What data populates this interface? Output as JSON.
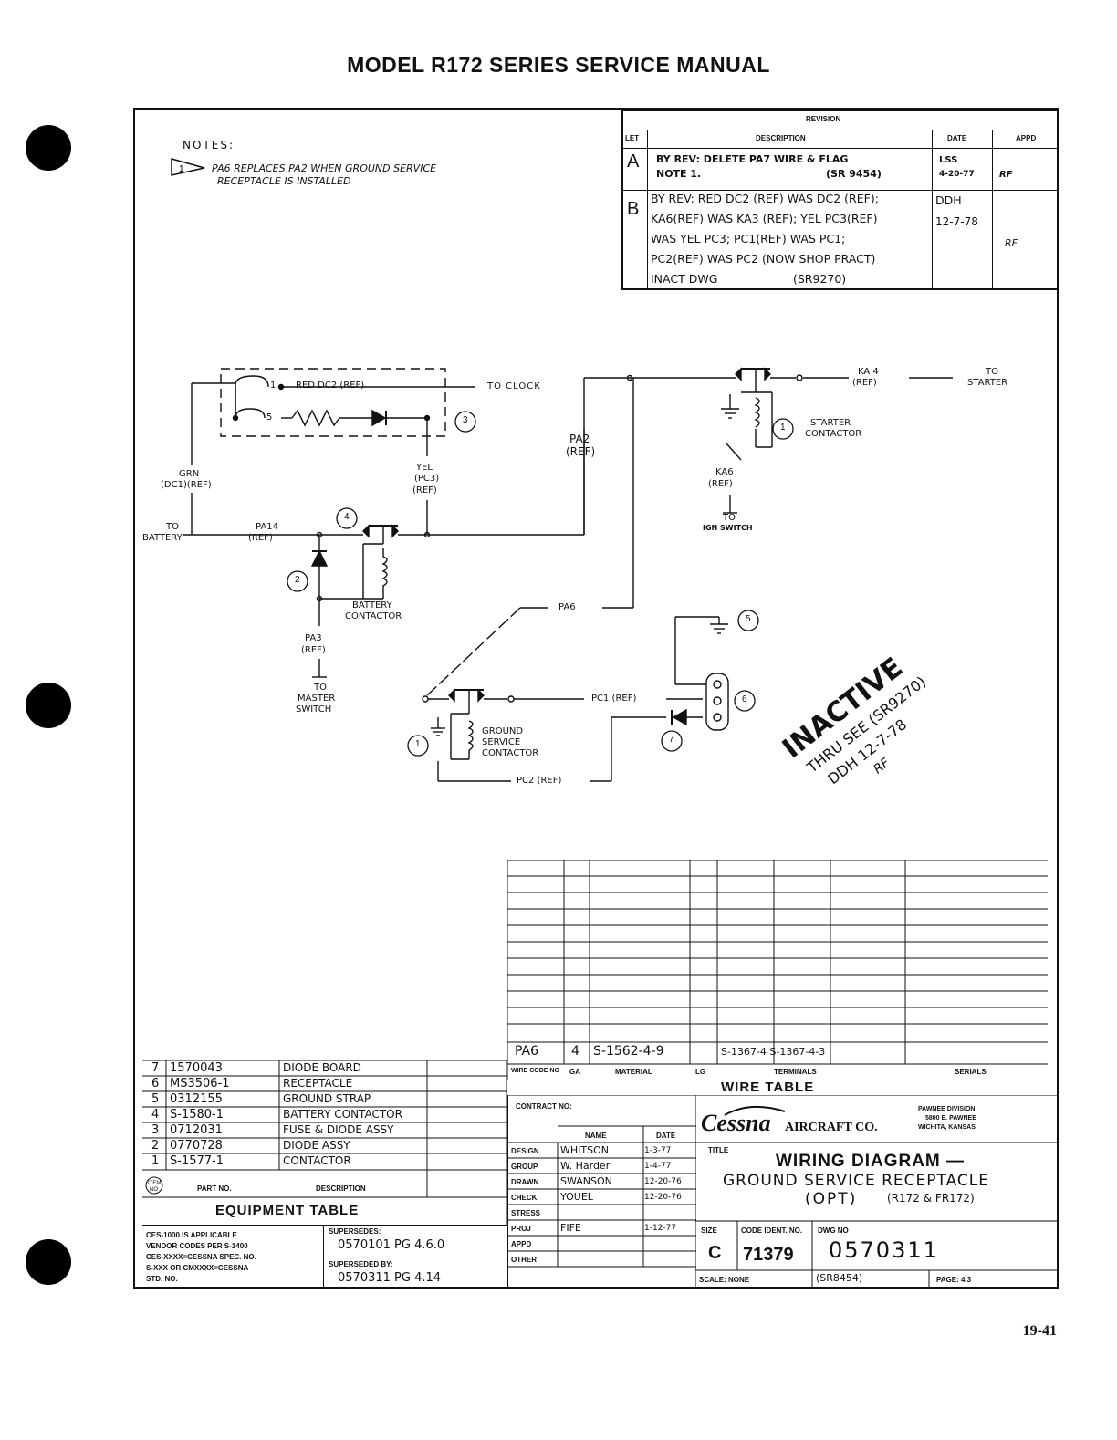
{
  "page": {
    "header": "MODEL R172 SERIES SERVICE MANUAL",
    "page_number": "19-41"
  },
  "notes": {
    "title": "NOTES:",
    "note1_line1": "PA6 REPLACES PA2 WHEN GROUND SERVICE",
    "note1_line2": "RECEPTACLE IS INSTALLED"
  },
  "revision": {
    "title": "REVISION",
    "headers": {
      "let": "LET",
      "description": "DESCRIPTION",
      "date": "DATE",
      "appd": "APPD"
    },
    "rows": [
      {
        "let": "A",
        "desc1": "BY REV: DELETE PA7 WIRE & FLAG",
        "desc2": "NOTE 1.",
        "desc3": "(SR 9454)",
        "date1": "LSS",
        "date2": "4-20-77",
        "appd": "RF"
      },
      {
        "let": "B",
        "desc1": "BY REV: RED DC2 (REF) WAS DC2 (REF);",
        "desc2": "KA6(REF) WAS KA3 (REF); YEL PC3(REF)",
        "desc3": "WAS YEL PC3; PC1(REF) WAS PC1;",
        "desc4": "PC2(REF) WAS PC2 (NOW SHOP PRACT)",
        "desc5": "INACT DWG",
        "desc6": "(SR9270)",
        "date1": "DDH",
        "date2": "12-7-78",
        "appd": "RF"
      }
    ]
  },
  "diagram": {
    "labels": {
      "red_dc2": "RED DC2 (REF)",
      "to_clock": "TO CLOCK",
      "grn": "GRN",
      "dc1": "(DC1)(REF)",
      "yel": "YEL",
      "pc3": "(PC3)",
      "yel_ref": "(REF)",
      "pa2": "PA2",
      "pa2_ref": "(REF)",
      "to": "TO",
      "battery": "BATTERY",
      "pa14": "PA14",
      "pa14_ref": "(REF)",
      "battery_contactor_1": "BATTERY",
      "battery_contactor_2": "CONTACTOR",
      "pa3": "PA3",
      "pa3_ref": "(REF)",
      "to_master_1": "TO",
      "to_master_2": "MASTER",
      "to_master_3": "SWITCH",
      "ka4": "KA 4",
      "ka4_ref": "(REF)",
      "to_starter_1": "TO",
      "to_starter_2": "STARTER",
      "starter_1": "STARTER",
      "starter_2": "CONTACTOR",
      "ka6": "KA6",
      "ka6_ref": "(REF)",
      "to_ign_1": "TO",
      "to_ign_2": "IGN SWITCH",
      "pa6": "PA6",
      "pc1": "PC1 (REF)",
      "pc2": "PC2 (REF)",
      "gsc_1": "GROUND",
      "gsc_2": "SERVICE",
      "gsc_3": "CONTACTOR",
      "pin1": "1",
      "pin5": "5"
    },
    "callouts": [
      "1",
      "2",
      "3",
      "4",
      "5",
      "6",
      "7",
      "1"
    ],
    "stamp": {
      "line1": "INACTIVE",
      "line2": "THRU SEE (SR9270)",
      "line3": "DDH 12-7-78",
      "line4": "RF"
    }
  },
  "wire_table": {
    "title": "WIRE TABLE",
    "headers": [
      "WIRE CODE NO",
      "GA",
      "MATERIAL",
      "LG",
      "TERMINALS",
      "SERIALS"
    ],
    "row": {
      "code": "PA6",
      "ga": "4",
      "material": "S-1562-4-9",
      "lg": "",
      "terminals": "S-1367-4 S-1367-4-3",
      "serials": ""
    }
  },
  "equipment": {
    "title": "EQUIPMENT TABLE",
    "headers": {
      "item": "ITEM NO",
      "part": "PART NO.",
      "desc": "DESCRIPTION"
    },
    "items": [
      {
        "no": "7",
        "part": "1570043",
        "desc": "DIODE BOARD"
      },
      {
        "no": "6",
        "part": "MS3506-1",
        "desc": "RECEPTACLE"
      },
      {
        "no": "5",
        "part": "0312155",
        "desc": "GROUND STRAP"
      },
      {
        "no": "4",
        "part": "S-1580-1",
        "desc": "BATTERY CONTACTOR"
      },
      {
        "no": "3",
        "part": "0712031",
        "desc": "FUSE & DIODE ASSY"
      },
      {
        "no": "2",
        "part": "0770728",
        "desc": "DIODE ASSY"
      },
      {
        "no": "1",
        "part": "S-1577-1",
        "desc": "CONTACTOR"
      }
    ]
  },
  "ces": {
    "line1": "CES-1000 IS APPLICABLE",
    "line2": "VENDOR CODES PER S-1400",
    "line3": "CES-XXXX=CESSNA SPEC. NO.",
    "line4": "S-XXX OR CMXXXX=CESSNA",
    "line5": "STD. NO.",
    "supersedes_label": "SUPERSEDES:",
    "supersedes": "0570101 PG 4.6.0",
    "superseded_label": "SUPERSEDED BY:",
    "superseded": "0570311 PG 4.14"
  },
  "signoff": {
    "contract": "CONTRACT NO:",
    "name_h": "NAME",
    "date_h": "DATE",
    "rows": [
      {
        "role": "DESIGN",
        "name": "WHITSON",
        "date": "1-3-77"
      },
      {
        "role": "GROUP",
        "name": "W. Harder",
        "date": "1-4-77"
      },
      {
        "role": "DRAWN",
        "name": "SWANSON",
        "date": "12-20-76"
      },
      {
        "role": "CHECK",
        "name": "YOUEL",
        "date": "12-20-76"
      },
      {
        "role": "STRESS",
        "name": "",
        "date": ""
      },
      {
        "role": "PROJ",
        "name": "FIFE",
        "date": "1-12-77"
      },
      {
        "role": "APPD",
        "name": "",
        "date": ""
      },
      {
        "role": "OTHER",
        "name": "",
        "date": ""
      }
    ]
  },
  "title_block": {
    "company": "Cessna",
    "company2": "AIRCRAFT CO.",
    "division1": "PAWNEE DIVISION",
    "division2": "5800 E. PAWNEE",
    "division3": "WICHITA, KANSAS",
    "title_label": "TITLE",
    "title1": "WIRING DIAGRAM —",
    "title2": "GROUND SERVICE RECEPTACLE",
    "title3": "(OPT)",
    "title4": "(R172 & FR172)",
    "size_label": "SIZE",
    "size": "C",
    "code_label": "CODE IDENT. NO.",
    "code": "71379",
    "dwg_label": "DWG NO",
    "dwg": "0570311",
    "scale": "SCALE: NONE",
    "sr": "(SR8454)",
    "page": "PAGE: 4.3"
  }
}
